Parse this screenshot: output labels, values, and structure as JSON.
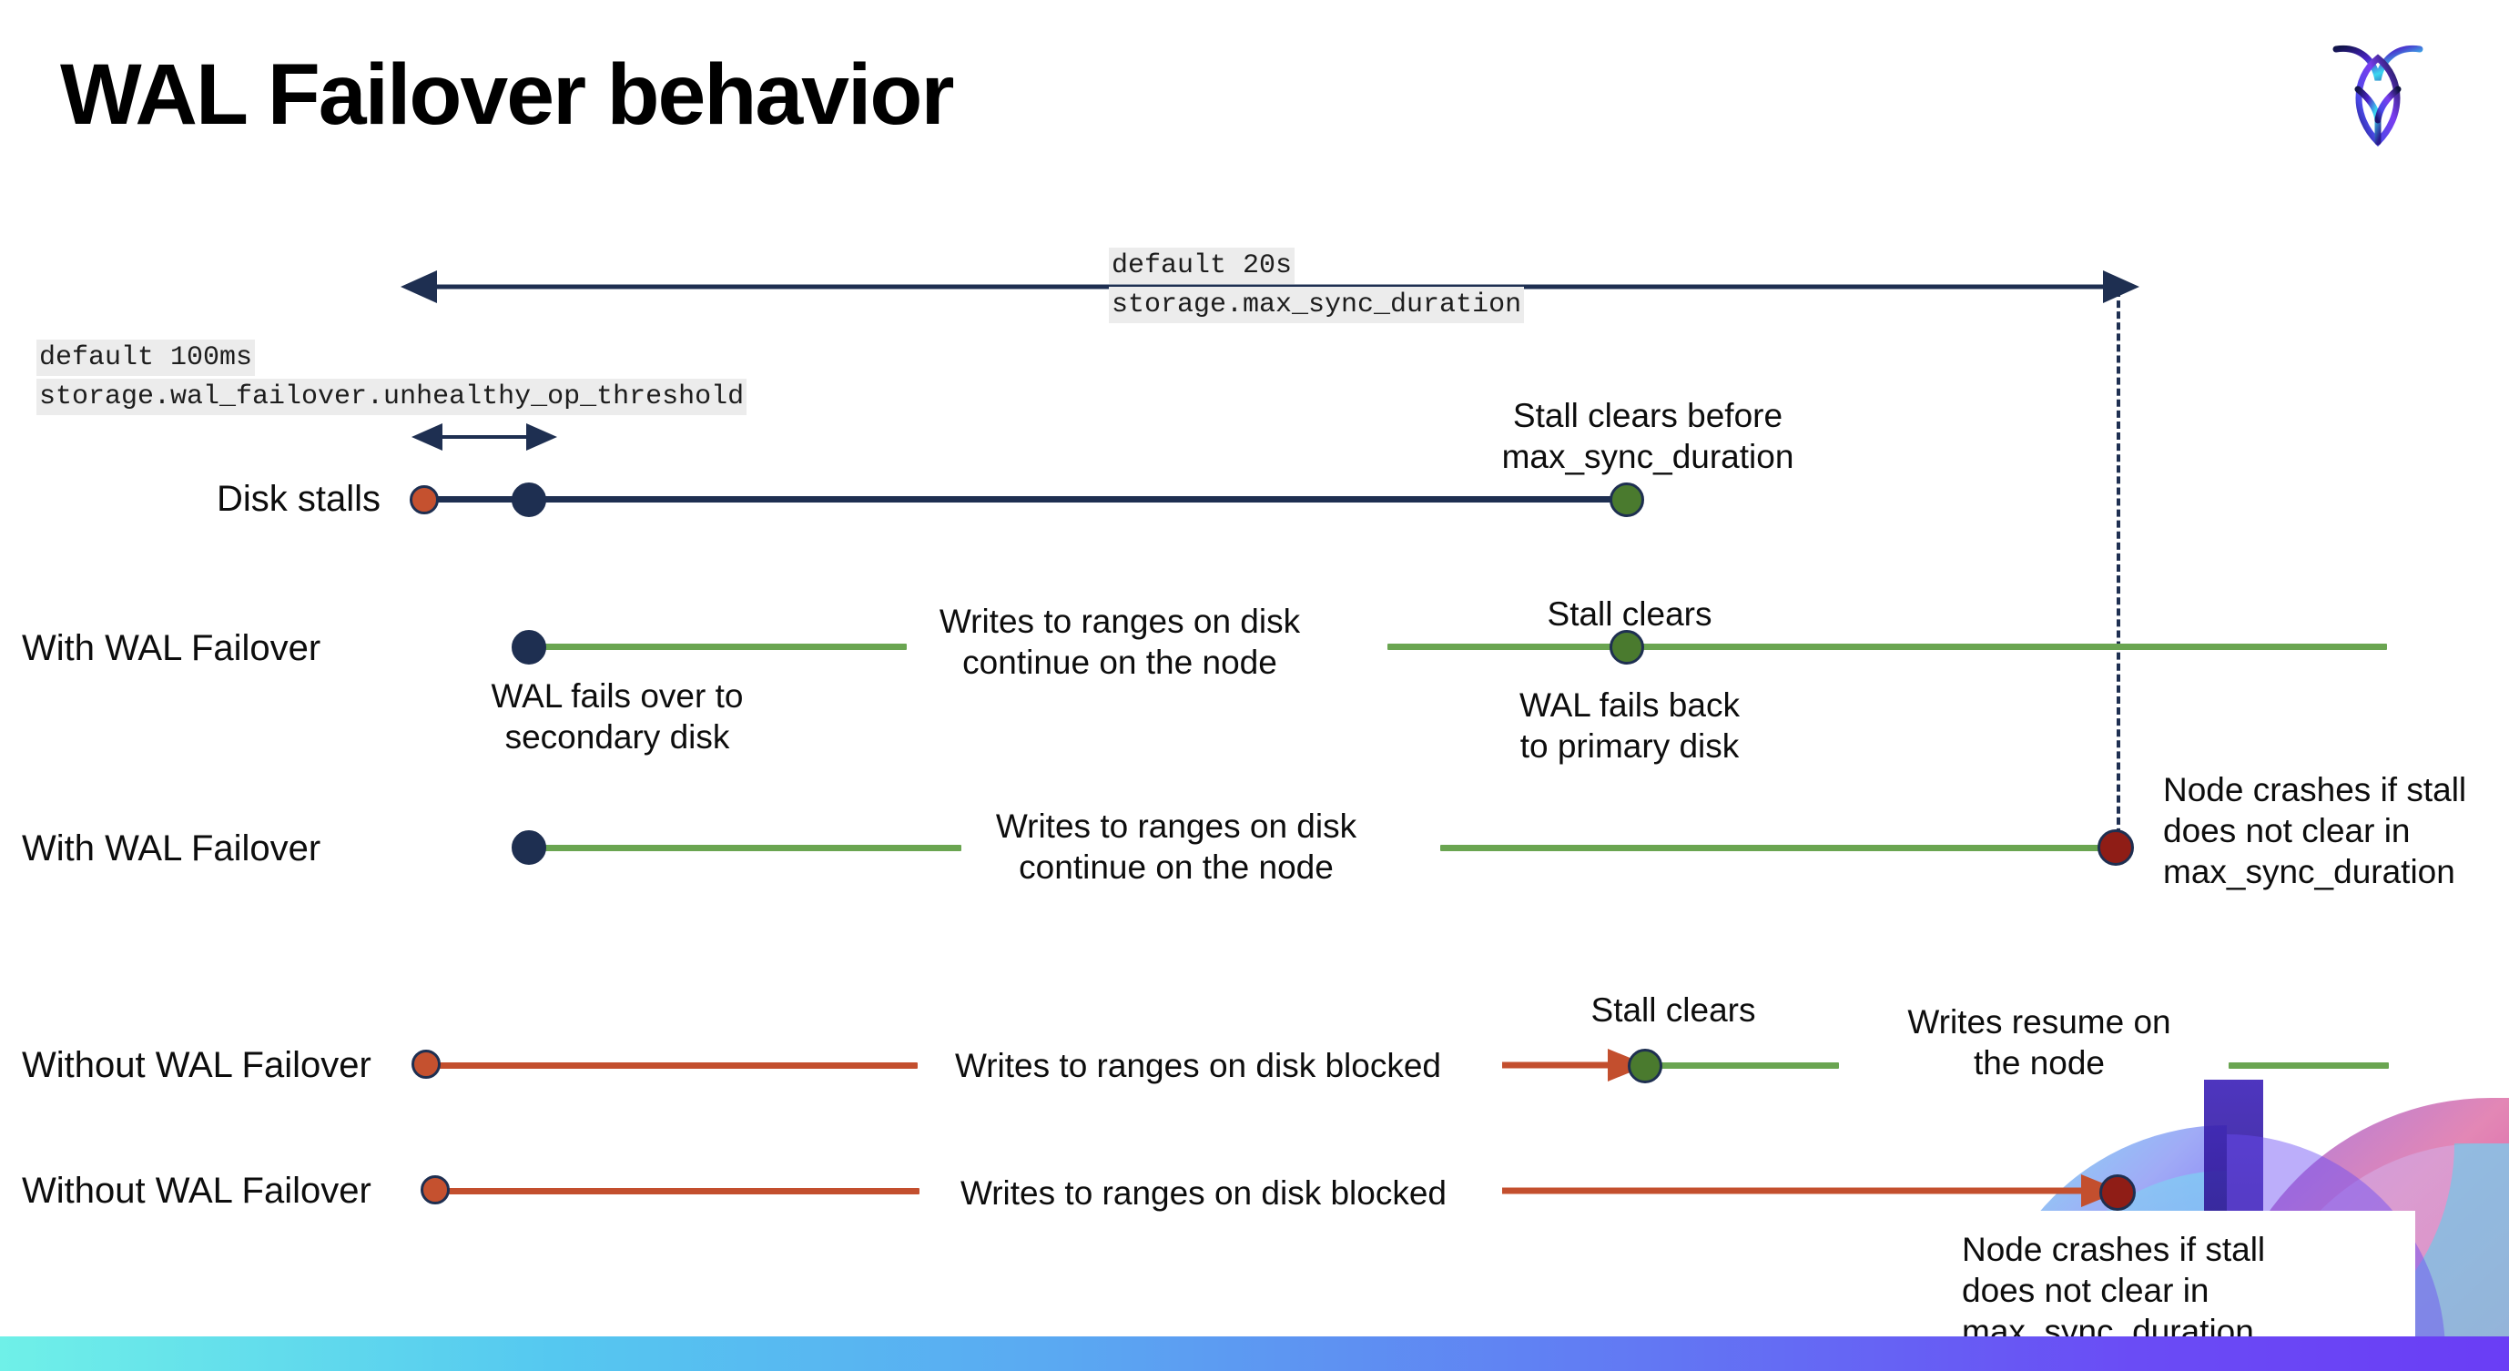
{
  "slide": {
    "title": "WAL Failover behavior",
    "logo_name": "cockroachdb-logo"
  },
  "annotations": {
    "max_sync_duration": {
      "default": "default 20s",
      "setting": "storage.max_sync_duration"
    },
    "unhealthy_op_threshold": {
      "default": "default 100ms",
      "setting": "storage.wal_failover.unhealthy_op_threshold"
    }
  },
  "rows": [
    {
      "id": "disk-stalls",
      "label": "Disk stalls",
      "callouts": [
        {
          "id": "stall-clears-before",
          "text": "Stall clears before\nmax_sync_duration"
        }
      ]
    },
    {
      "id": "with-wal-failover-1",
      "label": "With WAL Failover",
      "callouts": [
        {
          "id": "wal-fails-over",
          "text": "WAL fails over to\nsecondary disk"
        },
        {
          "id": "writes-continue-1",
          "text": "Writes to ranges on disk\ncontinue on the node"
        },
        {
          "id": "stall-clears-1",
          "text": "Stall clears"
        },
        {
          "id": "wal-fails-back",
          "text": "WAL fails  back\nto primary disk"
        }
      ]
    },
    {
      "id": "with-wal-failover-2",
      "label": "With WAL Failover",
      "callouts": [
        {
          "id": "writes-continue-2",
          "text": "Writes to ranges on disk\ncontinue on the node"
        },
        {
          "id": "node-crashes-1",
          "text": "Node crashes if stall\ndoes not clear in\nmax_sync_duration"
        }
      ]
    },
    {
      "id": "without-wal-failover-1",
      "label": "Without WAL Failover",
      "callouts": [
        {
          "id": "writes-blocked-1",
          "text": "Writes to ranges on disk  blocked"
        },
        {
          "id": "stall-clears-2",
          "text": "Stall clears"
        },
        {
          "id": "writes-resume",
          "text": "Writes resume on\nthe node"
        }
      ]
    },
    {
      "id": "without-wal-failover-2",
      "label": "Without WAL Failover",
      "callouts": [
        {
          "id": "writes-blocked-2",
          "text": "Writes to ranges on disk  blocked"
        },
        {
          "id": "node-crashes-2",
          "text": "Node crashes if stall\ndoes not clear in\nmax_sync_duration"
        }
      ]
    }
  ],
  "colors": {
    "navy": "#1e2f51",
    "green_line": "#6aa551",
    "red_line": "#c34f2e",
    "orange_dot": "#c5512f",
    "green_dot": "#4a7a2e",
    "dark_red_dot": "#8f1d16",
    "chip_bg": "#ececec",
    "strip_start": "#6ff0e8",
    "strip_end": "#6a3df5"
  }
}
